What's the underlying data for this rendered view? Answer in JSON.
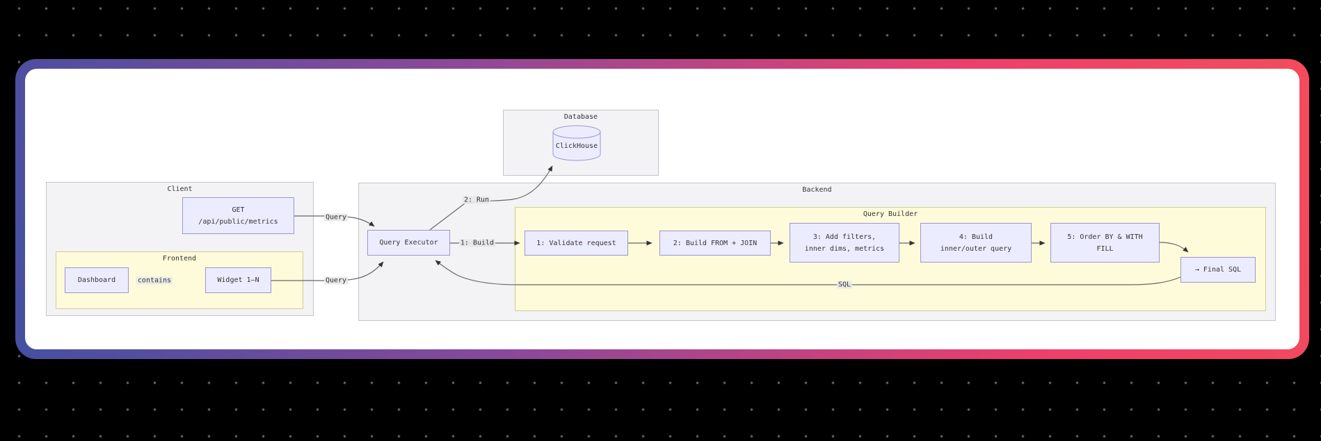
{
  "clusters": {
    "database": "Database",
    "client": "Client",
    "frontend": "Frontend",
    "backend": "Backend",
    "query_builder": "Query Builder"
  },
  "nodes": {
    "clickhouse": "ClickHouse",
    "get_endpoint": {
      "lines": [
        "GET",
        "/api/public/metrics"
      ]
    },
    "dashboard": "Dashboard",
    "widget": "Widget 1–N",
    "query_executor": "Query Executor",
    "validate": "1: Validate request",
    "build_from_join": "2: Build FROM + JOIN",
    "add_filters": {
      "lines": [
        "3: Add filters,",
        "inner dims, metrics"
      ]
    },
    "build_inner_outer": {
      "lines": [
        "4: Build",
        "inner/outer query"
      ]
    },
    "order_by_fill": {
      "lines": [
        "5: Order BY & WITH",
        "FILL"
      ]
    },
    "final_sql": "→ Final SQL"
  },
  "edge_labels": {
    "query_from_get": "Query",
    "query_from_widget": "Query",
    "run": "2: Run",
    "build": "1: Build",
    "contains": "contains",
    "sql": "SQL"
  },
  "colors": {
    "background": "#000000",
    "dot_grid": "#5E5E5E",
    "card_gradient": [
      "#4450A0",
      "#8E4899",
      "#EE3F6C",
      "#F44B5C"
    ],
    "card_surface": "#FFFFFF",
    "node_fill": "#ECECFF",
    "node_border": "#9F93D2",
    "cluster_gray_fill": "#F3F3F6",
    "cluster_yellow_fill": "#FDFBD9",
    "edge_stroke": "#666666",
    "edge_label_bg": "#E8E8E8",
    "text": "#333333"
  }
}
